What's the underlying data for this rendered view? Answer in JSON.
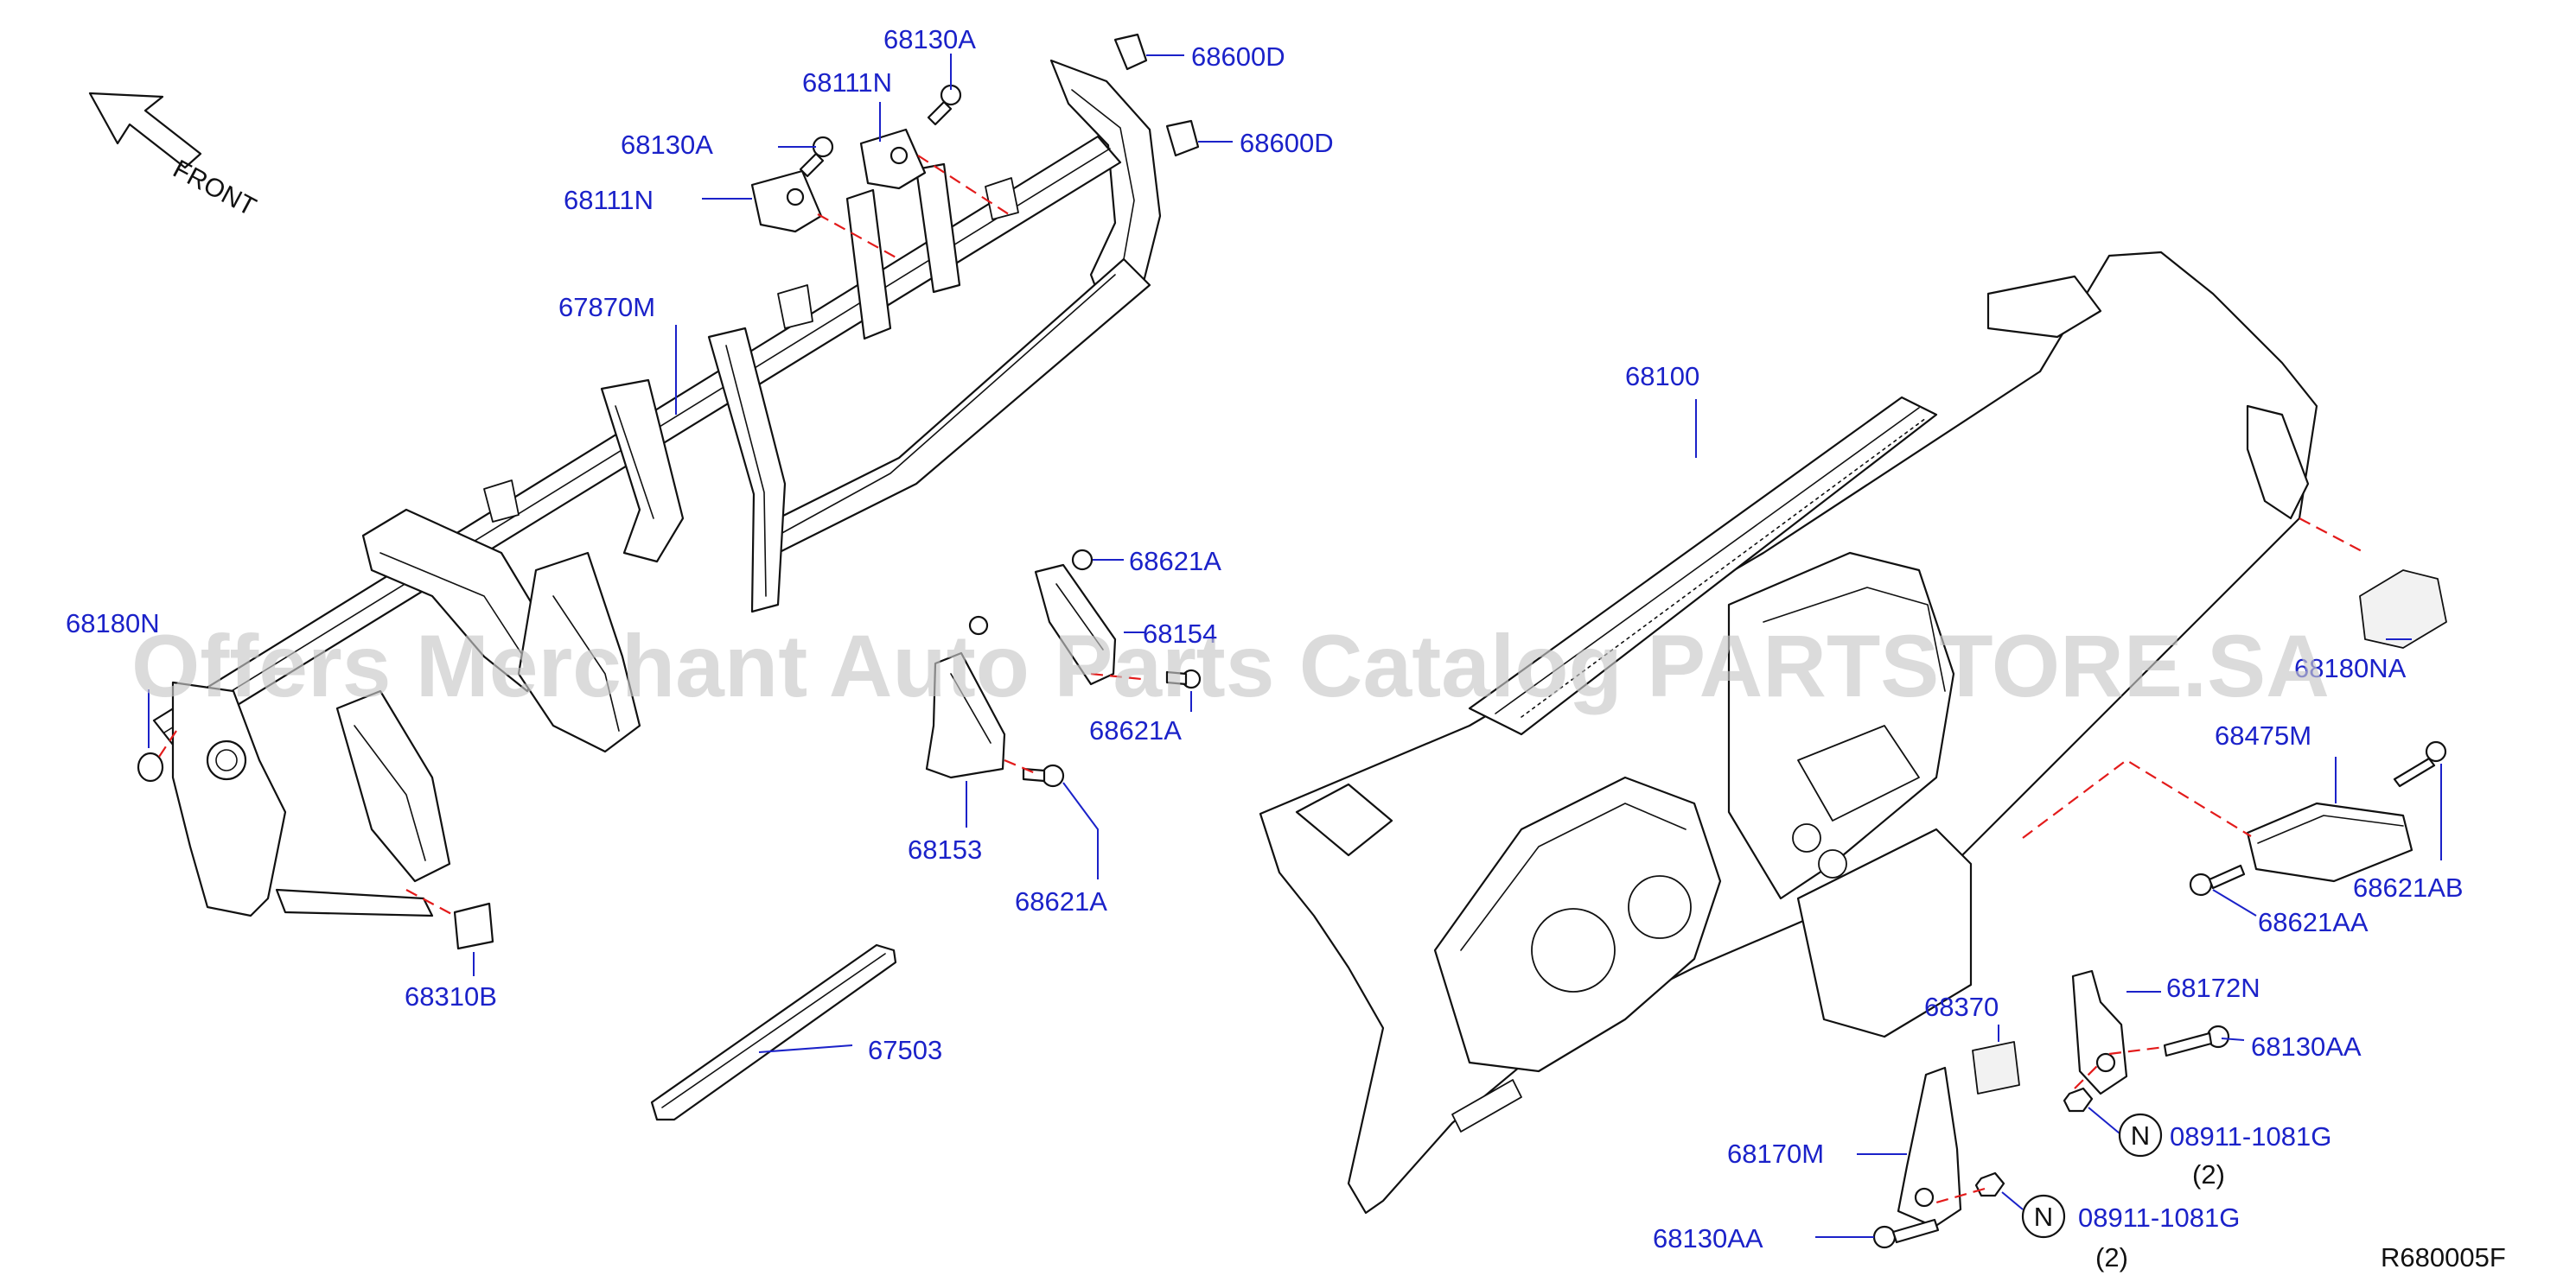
{
  "orientation": {
    "front_label": "FRONT"
  },
  "parts": {
    "p68130A_top": "68130A",
    "p68600D_top": "68600D",
    "p68111N_top": "68111N",
    "p68600D_mid": "68600D",
    "p68130A_left": "68130A",
    "p68111N_left": "68111N",
    "p67870M": "67870M",
    "p68100": "68100",
    "p68180N": "68180N",
    "p68621A_upper": "68621A",
    "p68154": "68154",
    "p68621A_middle": "68621A",
    "p68153": "68153",
    "p68621A_lower": "68621A",
    "p68180NA": "68180NA",
    "p68475M": "68475M",
    "p68621AB": "68621AB",
    "p68621AA": "68621AA",
    "p68310B": "68310B",
    "p67503": "67503",
    "p68370": "68370",
    "p68172N": "68172N",
    "p68130AA_right": "68130AA",
    "p68170M": "68170M",
    "p68130AA_bottom": "68130AA",
    "nut_upper": "08911-1081G",
    "nut_lower": "08911-1081G"
  },
  "notes": {
    "nut_symbol_upper": "N",
    "nut_symbol_lower": "N",
    "qty_upper": "(2)",
    "qty_lower": "(2)"
  },
  "diagram_code": "R680005F",
  "watermark": "Offers Merchant Auto Parts Catalog PARTSTORE.SA",
  "colors": {
    "label_blue": "#1b22c9",
    "guide_red": "#e31b1b",
    "ink": "#111111"
  }
}
